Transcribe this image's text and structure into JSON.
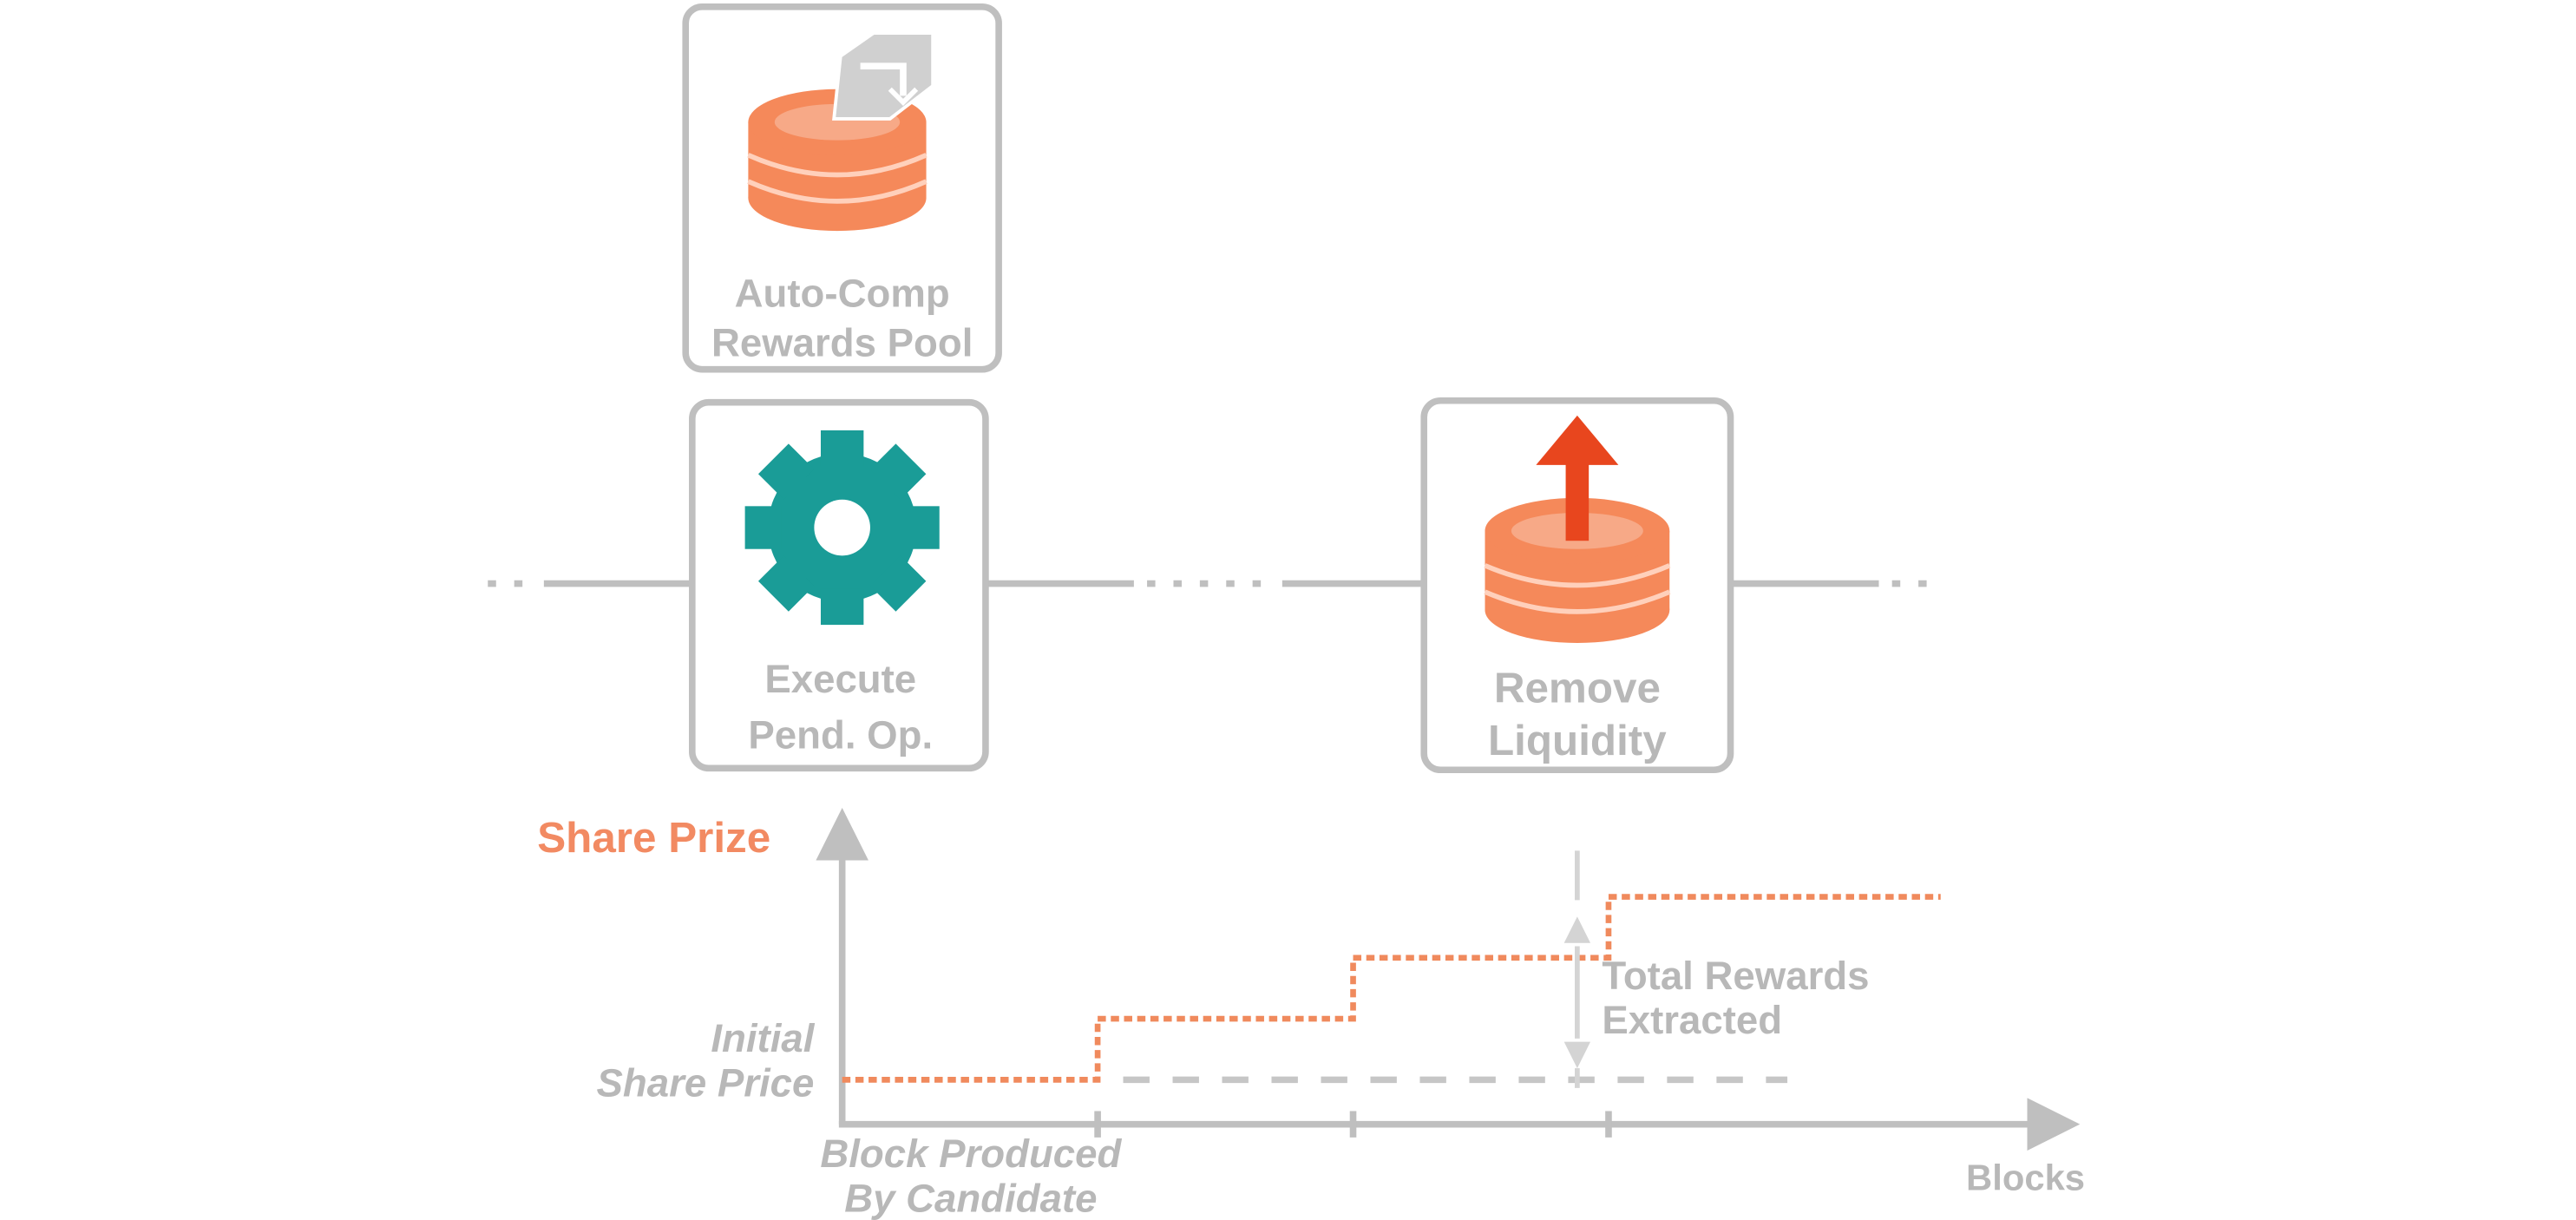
{
  "colors": {
    "gray": "#bfbfbf",
    "gray_text": "#b8b8b8",
    "coin_orange": "#f5895a",
    "coin_band": "#f7a987",
    "arrow_red": "#e8461e",
    "gear_teal": "#1a9c97",
    "step_line": "#f08a5d",
    "share_label": "#f28a62",
    "background": "#ffffff"
  },
  "boxes": {
    "auto_comp": {
      "line1": "Auto-Comp",
      "line2": "Rewards Pool",
      "icon": "coin-stack-with-compound-icon"
    },
    "execute": {
      "line1": "Execute",
      "line2": "Pend. Op.",
      "icon": "gear-icon"
    },
    "remove": {
      "line1": "Remove",
      "line2": "Liquidity",
      "icon": "coin-stack-with-up-arrow-icon"
    }
  },
  "chart": {
    "y_axis_label": "Share Prize",
    "x_axis_label": "Blocks",
    "initial_price_line1": "Initial",
    "initial_price_line2": "Share Price",
    "block_label_line1": "Block Produced",
    "block_label_line2": "By Candidate",
    "rewards_line1": "Total Rewards",
    "rewards_line2": "Extracted"
  },
  "chart_data": {
    "type": "line",
    "title": "",
    "xlabel": "Blocks",
    "ylabel": "Share Prize",
    "x_ticks": [
      1,
      2,
      3
    ],
    "series": [
      {
        "name": "",
        "step": true,
        "x": [
          0,
          1,
          1,
          2,
          2,
          3,
          3,
          4.3
        ],
        "y": [
          0,
          0,
          1,
          1,
          2,
          2,
          3,
          3
        ]
      }
    ],
    "baseline": {
      "y": 0,
      "label": "Initial Share Price"
    },
    "annotation": "Total Rewards Extracted",
    "ylim": [
      0,
      4
    ],
    "xlim": [
      0,
      4.5
    ],
    "grid": false
  }
}
